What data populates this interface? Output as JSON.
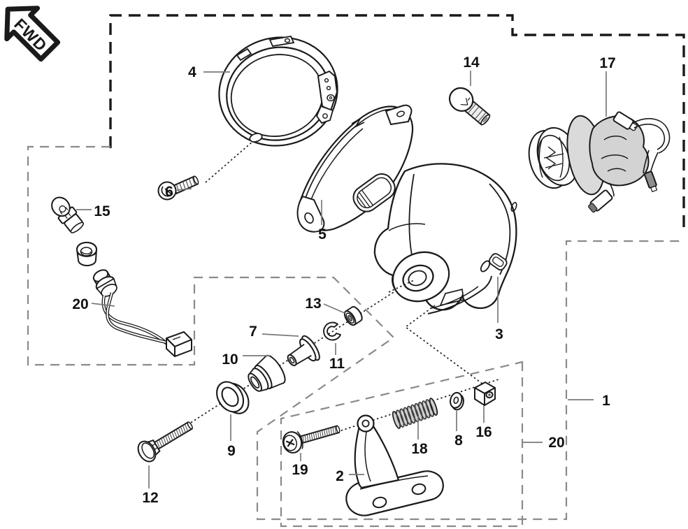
{
  "badge": {
    "label": "FWD"
  },
  "callouts": [
    {
      "part": "4"
    },
    {
      "part": "6"
    },
    {
      "part": "5"
    },
    {
      "part": "14"
    },
    {
      "part": "17"
    },
    {
      "part": "15"
    },
    {
      "part": "20"
    },
    {
      "part": "3"
    },
    {
      "part": "13"
    },
    {
      "part": "7"
    },
    {
      "part": "11"
    },
    {
      "part": "10"
    },
    {
      "part": "9"
    },
    {
      "part": "12"
    },
    {
      "part": "19"
    },
    {
      "part": "2"
    },
    {
      "part": "18"
    },
    {
      "part": "8"
    },
    {
      "part": "16"
    },
    {
      "part": "20"
    },
    {
      "part": "1"
    }
  ],
  "colors": {
    "line_art": "#1a1a1a",
    "dash_black": "#1a1a1a",
    "dash_gray": "#8a8a8a",
    "boot_shade": "#d3d3d3",
    "disc_shade": "#dadada",
    "spring_shade": "#cfcfcf",
    "background": "#ffffff"
  }
}
